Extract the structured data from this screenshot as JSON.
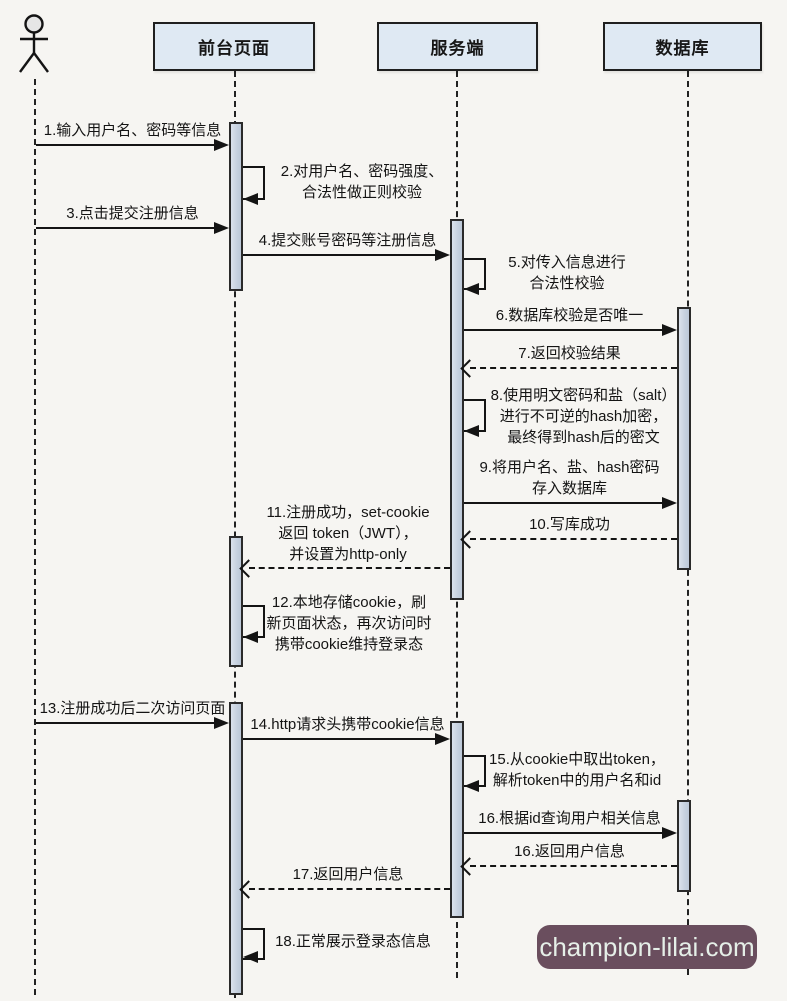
{
  "actors": {
    "frontend": {
      "label": "前台页面"
    },
    "server": {
      "label": "服务端"
    },
    "database": {
      "label": "数据库"
    }
  },
  "messages": {
    "m1": {
      "label": "1.输入用户名、密码等信息",
      "type": "sync",
      "from": "user",
      "to": "frontend"
    },
    "m2": {
      "label": "2.对用户名、密码强度、\n合法性做正则校验",
      "type": "self",
      "on": "frontend"
    },
    "m3": {
      "label": "3.点击提交注册信息",
      "type": "sync",
      "from": "user",
      "to": "frontend"
    },
    "m4": {
      "label": "4.提交账号密码等注册信息",
      "type": "sync",
      "from": "frontend",
      "to": "server"
    },
    "m5": {
      "label": "5.对传入信息进行\n合法性校验",
      "type": "self",
      "on": "server"
    },
    "m6": {
      "label": "6.数据库校验是否唯一",
      "type": "sync",
      "from": "server",
      "to": "database"
    },
    "m7": {
      "label": "7.返回校验结果",
      "type": "return",
      "from": "database",
      "to": "server"
    },
    "m8": {
      "label": "8.使用明文密码和盐（salt）\n进行不可逆的hash加密，\n最终得到hash后的密文",
      "type": "self",
      "on": "server"
    },
    "m9": {
      "label": "9.将用户名、盐、hash密码\n存入数据库",
      "type": "sync",
      "from": "server",
      "to": "database"
    },
    "m10": {
      "label": "10.写库成功",
      "type": "return",
      "from": "database",
      "to": "server"
    },
    "m11": {
      "label": "11.注册成功，set-cookie\n返回 token（JWT），\n并设置为http-only",
      "type": "return",
      "from": "server",
      "to": "frontend"
    },
    "m12": {
      "label": "12.本地存储cookie，刷\n新页面状态，再次访问时\n携带cookie维持登录态",
      "type": "self",
      "on": "frontend"
    },
    "m13": {
      "label": "13.注册成功后二次访问页面",
      "type": "sync",
      "from": "user",
      "to": "frontend"
    },
    "m14": {
      "label": "14.http请求头携带cookie信息",
      "type": "sync",
      "from": "frontend",
      "to": "server"
    },
    "m15": {
      "label": "15.从cookie中取出token，\n解析token中的用户名和id",
      "type": "self",
      "on": "server"
    },
    "m16": {
      "label": "16.根据id查询用户相关信息",
      "type": "sync",
      "from": "server",
      "to": "database"
    },
    "m16b": {
      "label": "16.返回用户信息",
      "type": "return",
      "from": "database",
      "to": "server"
    },
    "m17": {
      "label": "17.返回用户信息",
      "type": "return",
      "from": "server",
      "to": "frontend"
    },
    "m18": {
      "label": "18.正常展示登录态信息",
      "type": "self",
      "on": "frontend"
    }
  },
  "watermark": {
    "label": "champion-lilai.com"
  },
  "colors": {
    "background": "#f6f5f2",
    "box_fill": "#dfe9f3",
    "bar_fill": "#c6d1df",
    "line": "#141414",
    "watermark_bg": "#6a4e5e",
    "watermark_text": "#e5efe8"
  }
}
